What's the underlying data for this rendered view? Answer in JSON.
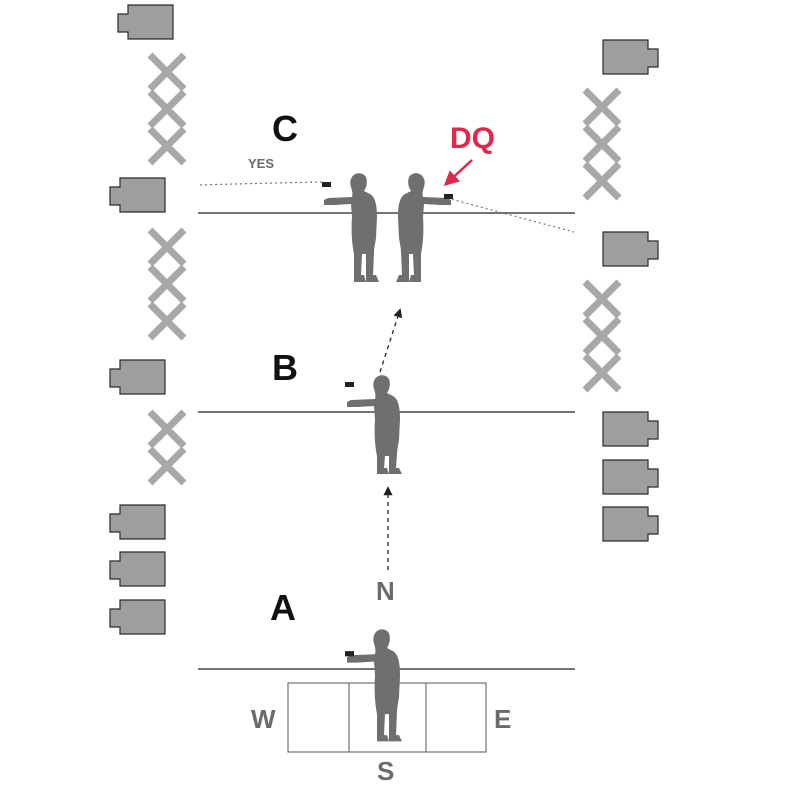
{
  "positions": [
    {
      "label": "A"
    },
    {
      "label": "B"
    },
    {
      "label": "C"
    }
  ],
  "directions": {
    "north": "N",
    "south": "S",
    "east": "E",
    "west": "W"
  },
  "annotations": {
    "yes": "YES",
    "dq": "DQ"
  },
  "colors": {
    "target_fill": "#9e9e9e",
    "target_stroke": "#2b2b2b",
    "no_shoot": "#a8a8a8",
    "shooter": "#6f6f6f",
    "line": "#222222",
    "label_gray": "#6b6b6b",
    "dq_red": "#e0284a"
  }
}
